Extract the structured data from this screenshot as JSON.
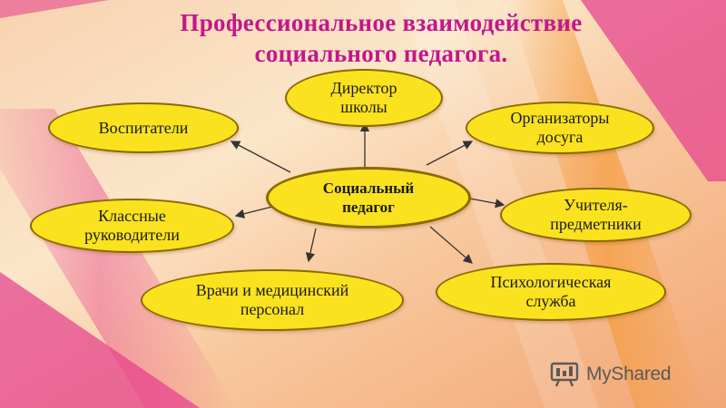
{
  "title": {
    "line1": "Профессиональное взаимодействие",
    "line2": "социального педагога."
  },
  "center_node": {
    "line1": "Социальный",
    "line2": "педагог"
  },
  "nodes": {
    "director": {
      "line1": "Директор",
      "line2": "школы"
    },
    "educators": {
      "line1": "Воспитатели"
    },
    "organizers": {
      "line1": "Организаторы",
      "line2": "досуга"
    },
    "class_teachers": {
      "line1": "Классные",
      "line2": "руководители"
    },
    "subject_teachers": {
      "line1": "Учителя-",
      "line2": "предметники"
    },
    "doctors": {
      "line1": "Врачи и медицинский",
      "line2": "персонал"
    },
    "psychology": {
      "line1": "Психологическая",
      "line2": "служба"
    }
  },
  "watermark": {
    "text": "MyShared",
    "icon": "presentation-board-icon"
  },
  "colors": {
    "node_fill": "#fbe21f",
    "node_border": "#8a6a00",
    "title": "#c4168c"
  }
}
